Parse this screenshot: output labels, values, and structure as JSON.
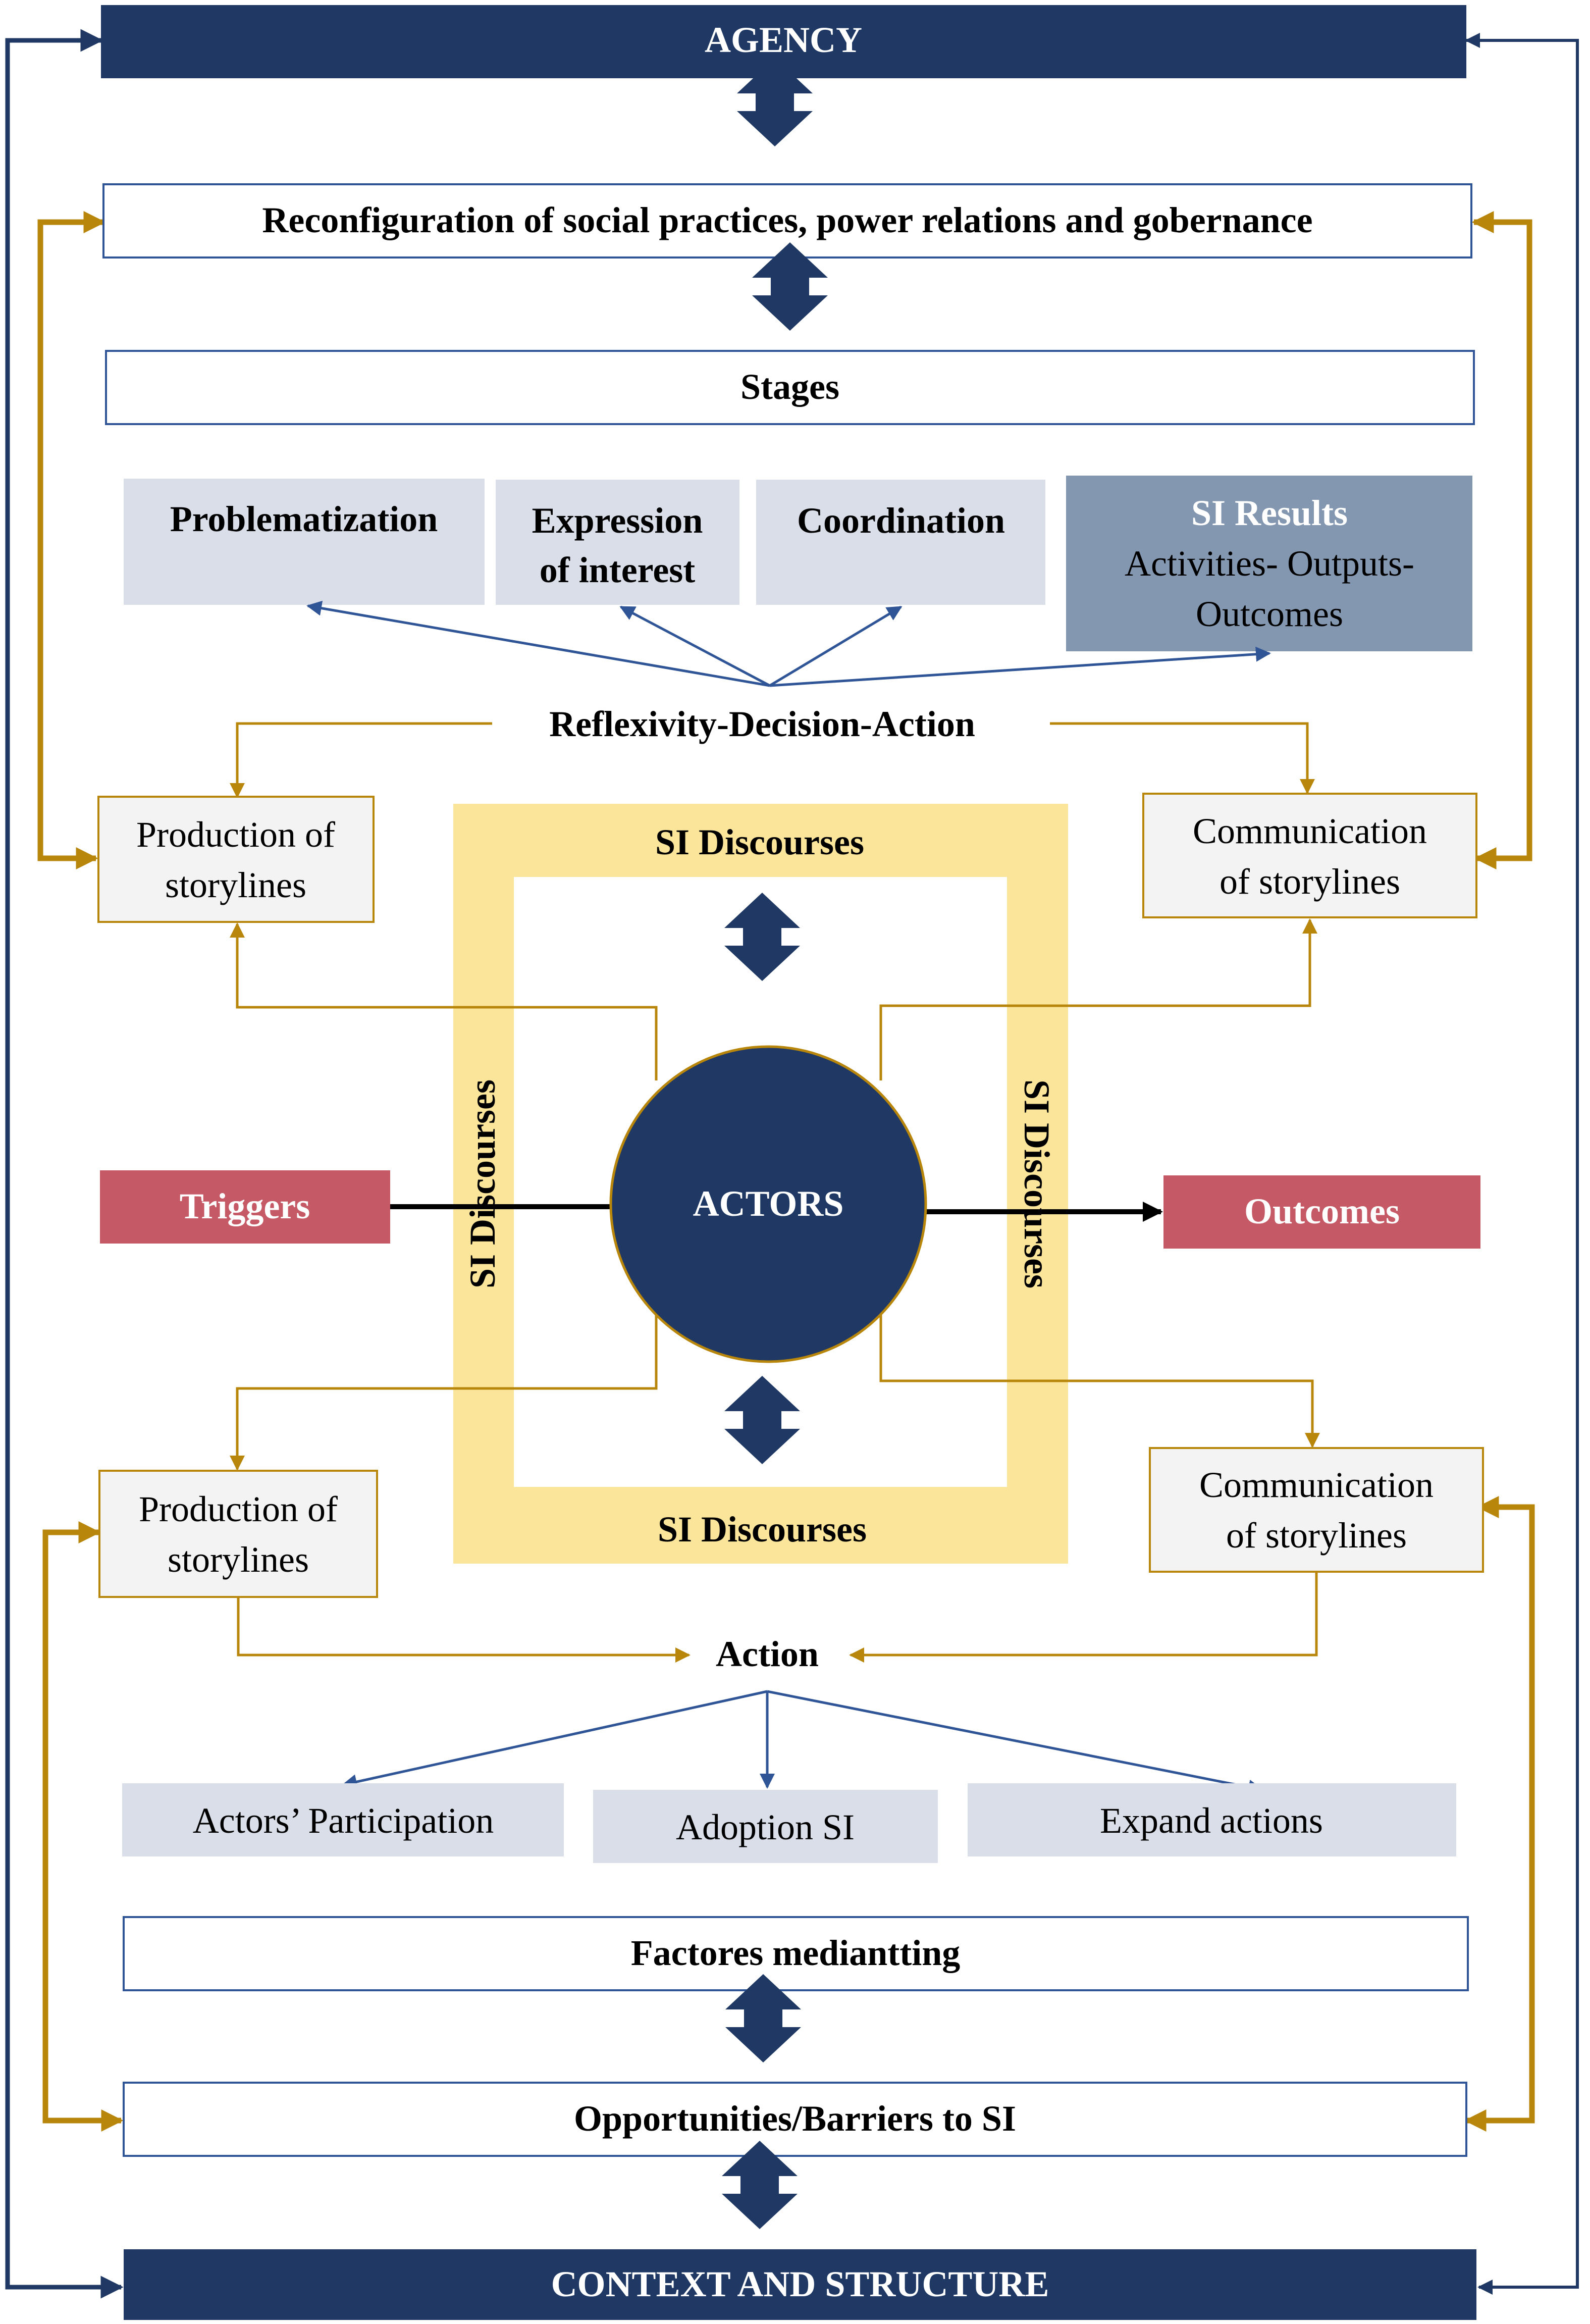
{
  "colors": {
    "navy": "#1f3864",
    "gold_line": "#b8860b",
    "gold_fill": "#fae59a",
    "stage_fill": "#d9dee8",
    "results_fill": "#8497b0",
    "red_fill": "#c55a66",
    "light_box": "#f3f3f3"
  },
  "top": {
    "agency": "AGENCY",
    "reconfiguration": "Reconfiguration of social practices, power relations and gobernance",
    "stages": "Stages"
  },
  "stages": {
    "problematization": "Problematization",
    "expression_1": "Expression",
    "expression_2": "of interest",
    "coordination": "Coordination",
    "results_title": "SI Results",
    "results_2": "Activities- Outputs-",
    "results_3": "Outcomes"
  },
  "reflexivity": "Reflexivity-Decision-Action",
  "storylines": {
    "production_1": "Production of",
    "production_2": "storylines",
    "communication_1": "Communication",
    "communication_2": "of storylines"
  },
  "center": {
    "discourses": "SI Discourses",
    "actors": "ACTORS",
    "triggers": "Triggers",
    "outcomes": "Outcomes"
  },
  "action": {
    "label": "Action",
    "participation": "Actors’ Participation",
    "adoption": "Adoption SI",
    "expand": "Expand actions"
  },
  "bottom": {
    "factors": "Factores mediantting",
    "opportunities": "Opportunities/Barriers to SI",
    "context": "CONTEXT AND STRUCTURE"
  }
}
